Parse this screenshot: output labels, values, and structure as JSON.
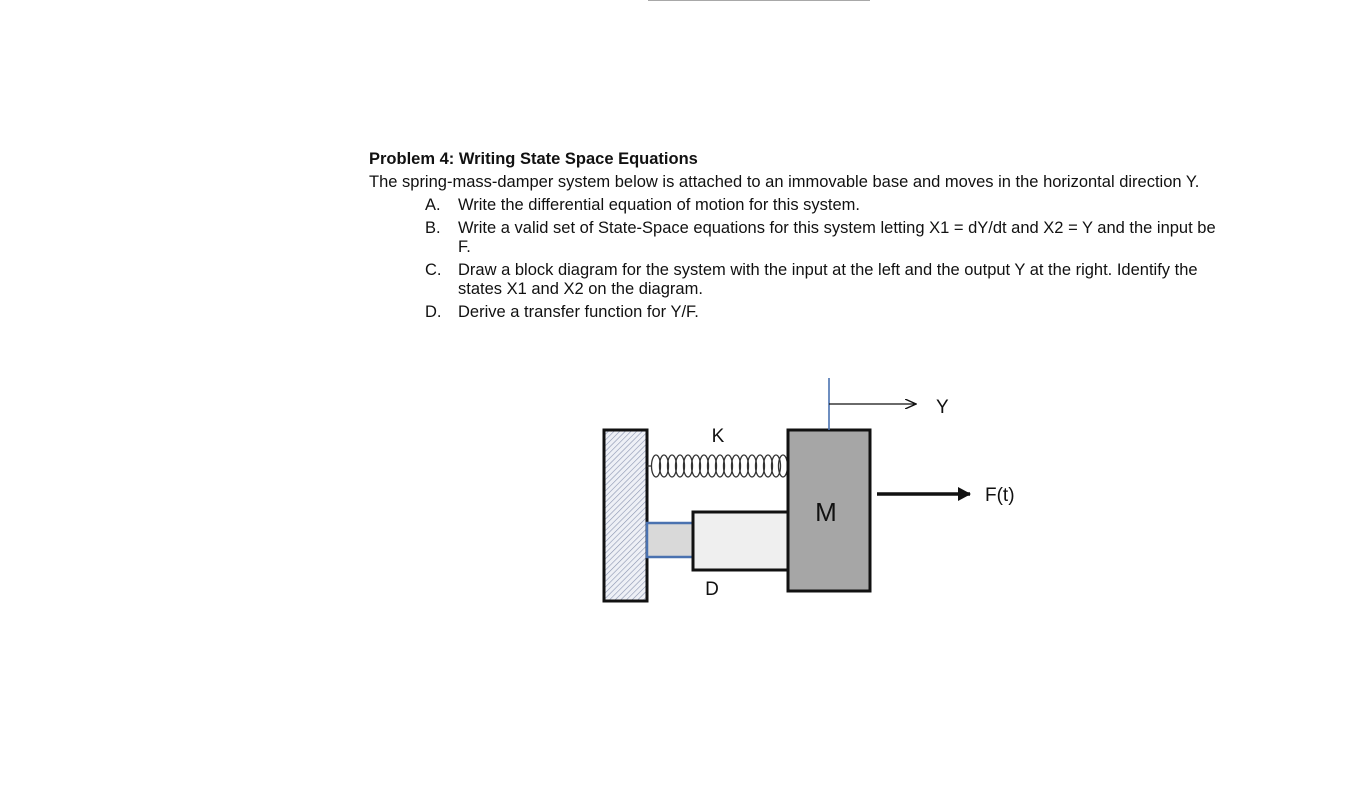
{
  "problem": {
    "title": "Problem 4: Writing State Space Equations",
    "intro": "The spring-mass-damper system below is attached to an immovable base and moves in the horizontal direction Y.",
    "tasks": [
      {
        "letter": "A.",
        "text": "Write the differential equation of motion for this system."
      },
      {
        "letter": "B.",
        "text": "Write a valid set of State-Space equations for this system letting X1 = dY/dt and X2 = Y and the input be F."
      },
      {
        "letter": "C.",
        "text": "Draw a block diagram for the system with the input at the left and the output Y at the right. Identify the states  X1 and X2 on the diagram."
      },
      {
        "letter": "D.",
        "text": "Derive a transfer function for Y/F."
      }
    ]
  },
  "diagram": {
    "spring_label": "K",
    "damper_label": "D",
    "mass_label": "M",
    "displacement_label": "Y",
    "force_label": "F(t)"
  }
}
